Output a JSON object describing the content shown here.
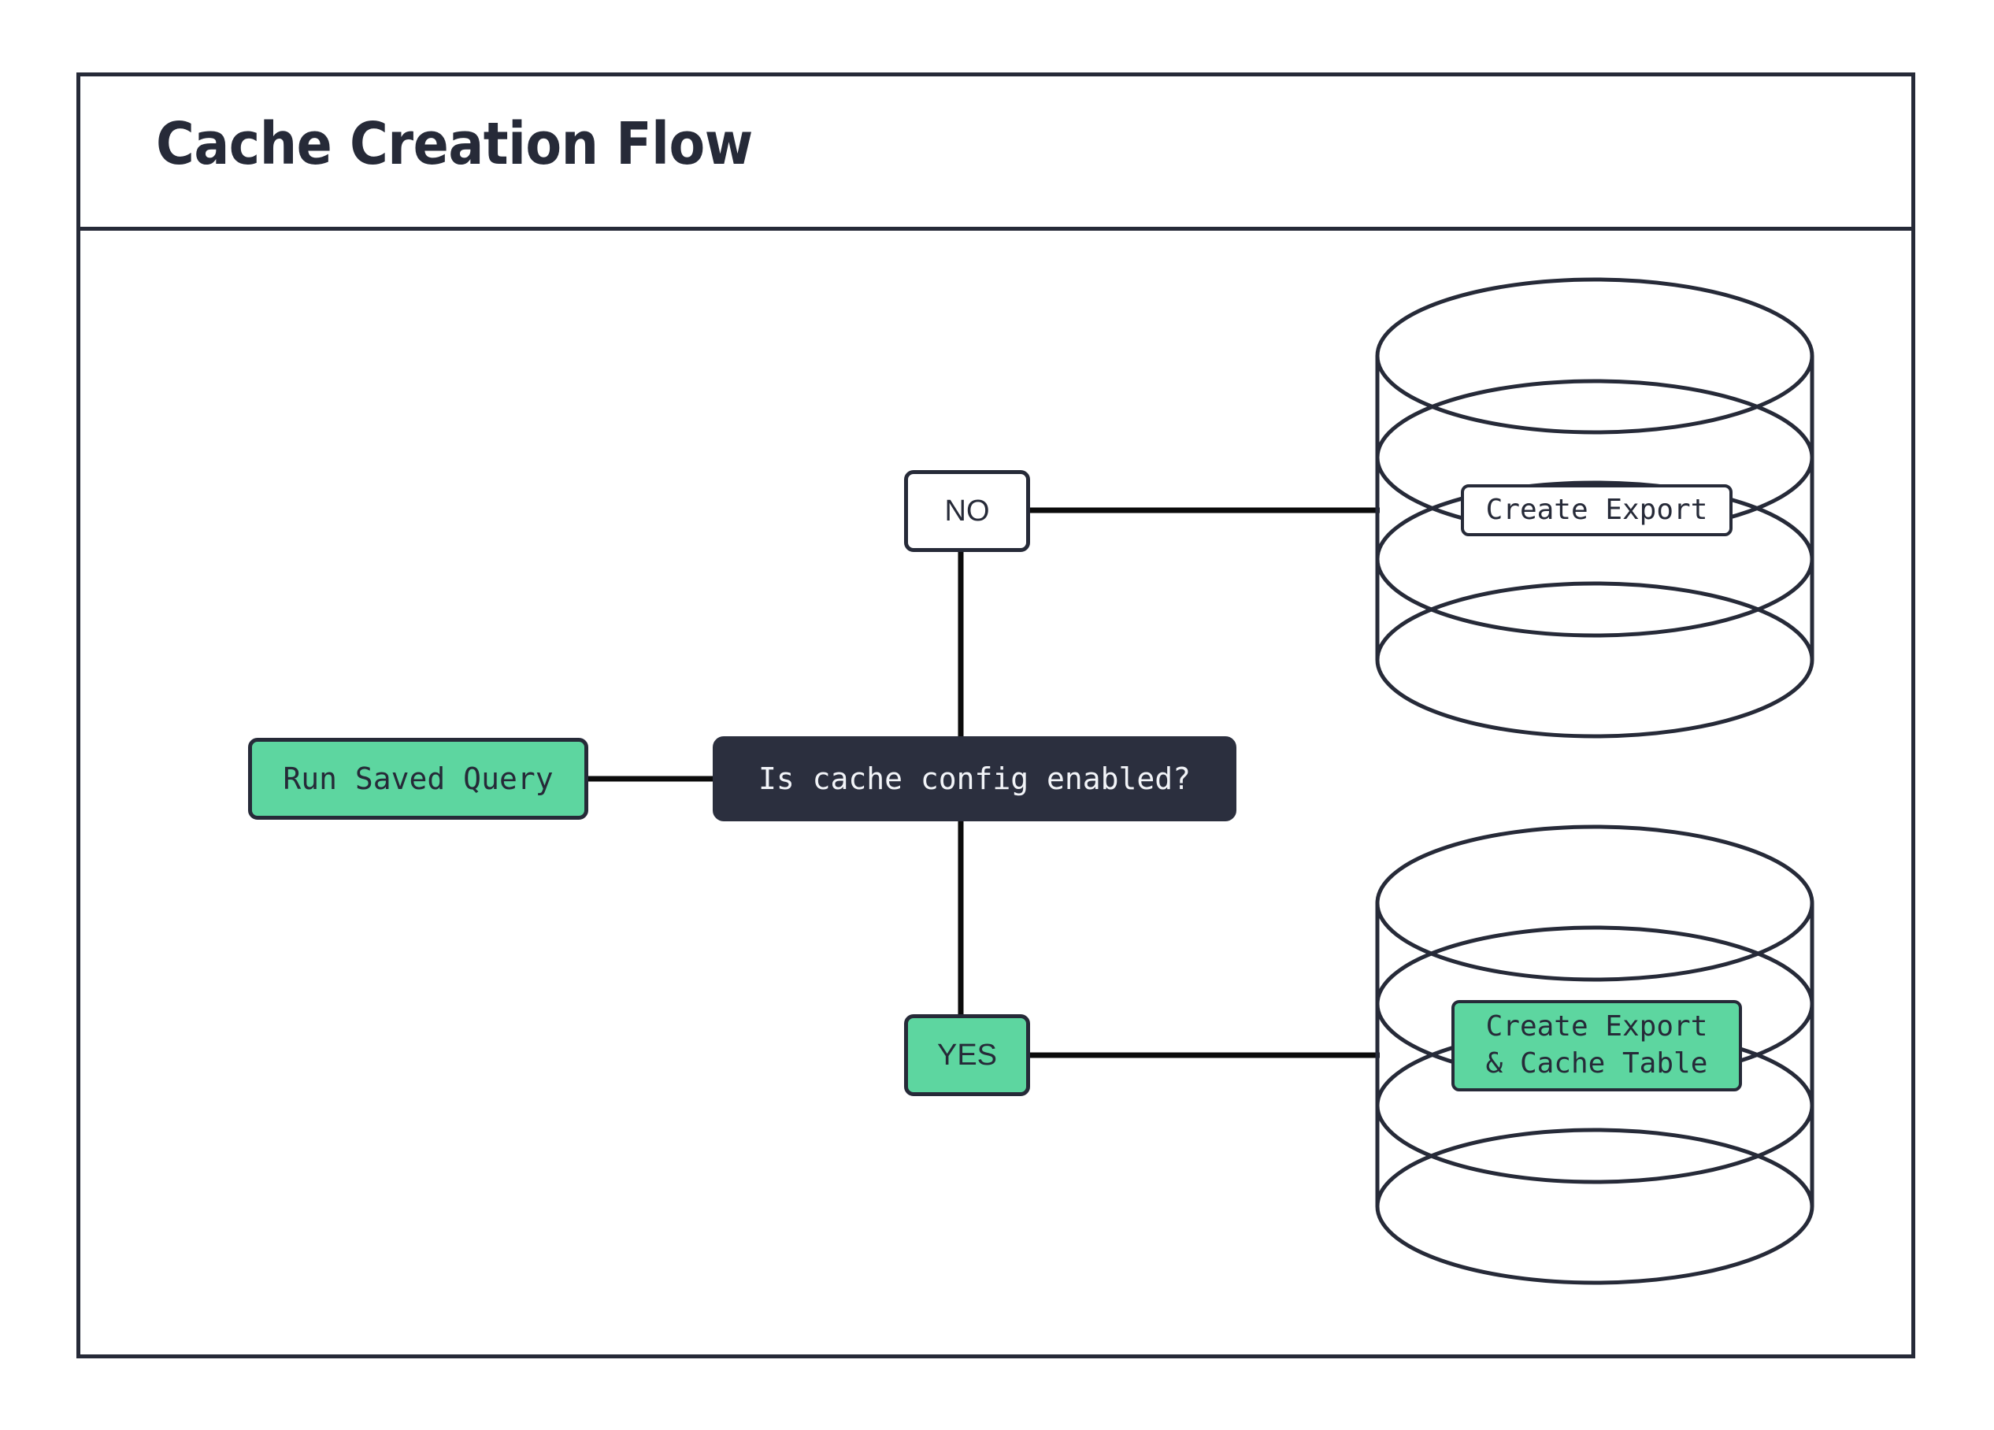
{
  "diagram": {
    "title": "Cache Creation Flow",
    "type": "flowchart",
    "colors": {
      "stroke": "#262A38",
      "decision_fill": "#2B2F3E",
      "decision_text": "#F2F4F8",
      "accent_green": "#5DD6A0",
      "background": "#FFFFFF"
    },
    "nodes": [
      {
        "id": "run-saved-query",
        "label": "Run Saved Query",
        "shape": "rounded-rect",
        "fill": "#5DD6A0"
      },
      {
        "id": "decision",
        "label": "Is cache config enabled?",
        "shape": "rounded-rect",
        "fill": "#2B2F3E"
      },
      {
        "id": "create-export",
        "label": "Create Export",
        "shape": "database-cylinder",
        "fill": "#FFFFFF"
      },
      {
        "id": "create-export-cache-table",
        "label": "Create Export\n& Cache Table",
        "shape": "database-cylinder",
        "fill": "#5DD6A0"
      }
    ],
    "edges": [
      {
        "id": "edge-query-to-decision",
        "from": "run-saved-query",
        "to": "decision",
        "label": ""
      },
      {
        "id": "edge-decision-no",
        "from": "decision",
        "to": "create-export",
        "label": "NO"
      },
      {
        "id": "edge-decision-yes",
        "from": "decision",
        "to": "create-export-cache-table",
        "label": "YES"
      }
    ],
    "edge_labels": {
      "no": "NO",
      "yes": "YES"
    }
  }
}
